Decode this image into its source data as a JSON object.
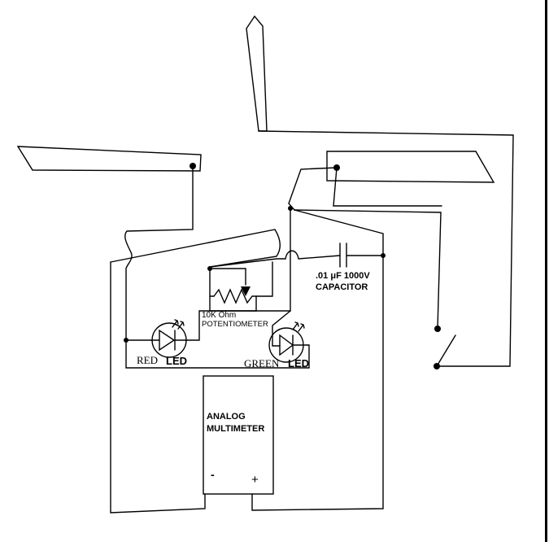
{
  "labels": {
    "capacitor_value": ".01 μF 1000V",
    "capacitor_name": "CAPACITOR",
    "pot_value": "10K Ohm",
    "pot_name": "POTENTIOMETER",
    "red_led_color": "RED",
    "red_led_word": "LED",
    "green_led_color": "GREEN",
    "green_led_word": "LED",
    "meter_line1": "ANALOG",
    "meter_line2": "MULTIMETER",
    "meter_minus": "-",
    "meter_plus": "+"
  }
}
